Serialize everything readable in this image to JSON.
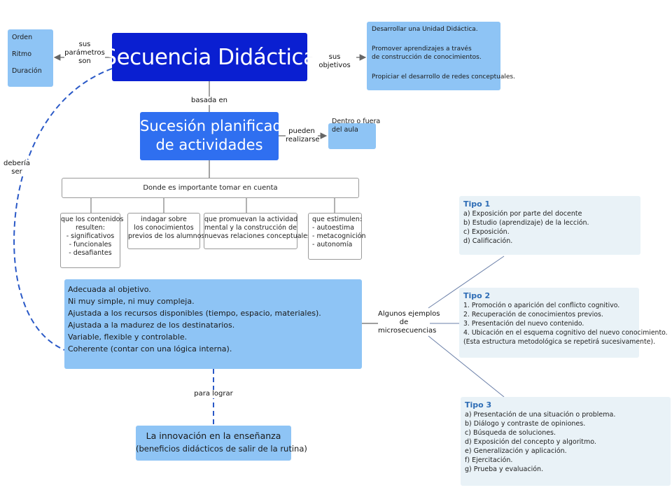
{
  "main_title": "Secuencia Didáctica",
  "parameters": [
    "Orden",
    "Ritmo",
    "Duración"
  ],
  "label_parametros": [
    "sus",
    "parámetros",
    "son"
  ],
  "label_objetivos": "sus objetivos",
  "objectives": [
    [
      "Desarrollar una Unidad Didáctica."
    ],
    [
      "Promover aprendizajes a través",
      "de construcción de conocimientos."
    ],
    [
      "Propiciar el desarrollo de redes conceptuales."
    ]
  ],
  "label_basada": "basada en",
  "sucesion": [
    "Sucesión planificada",
    "de actividades"
  ],
  "label_pueden": [
    "pueden",
    "realizarse"
  ],
  "dentro": [
    "Dentro o fuera",
    "del aula"
  ],
  "label_deberia": "debería ser",
  "importante": "Donde es importante tomar en cuenta",
  "considerations": [
    [
      "que los contenidos",
      "resulten:",
      "- significativos",
      "- funcionales",
      "- desafiantes"
    ],
    [
      "indagar sobre",
      "los conocimientos",
      "previos de los alumnos"
    ],
    [
      "que promuevan la actividad",
      "mental y la construcción de",
      "nuevas relaciones conceptuales"
    ],
    [
      "que estimulen:",
      "- autoestima",
      "- metacognición",
      "- autonomía"
    ]
  ],
  "characteristics": [
    "Adecuada al objetivo.",
    "Ni muy simple, ni muy compleja.",
    "Ajustada a los recursos disponibles (tiempo, espacio, materiales).",
    "Ajustada a la madurez de los destinatarios.",
    "Variable, flexible y controlable.",
    "Coherente (contar con una lógica interna)."
  ],
  "label_ejemplos": [
    "Algunos ejemplos",
    "de",
    "microsecuencias"
  ],
  "label_lograr": "para lograr",
  "innovacion": [
    "La innovación en la enseñanza",
    "(beneficios didácticos de salir de la rutina)"
  ],
  "tipos": [
    {
      "title": "Tipo 1",
      "items": [
        "a) Exposición por parte del docente",
        "b) Estudio (aprendizaje) de la lección.",
        "c) Exposición.",
        "d) Calificación."
      ]
    },
    {
      "title": "Tipo 2",
      "items": [
        "1. Promoción o aparición del conflicto cognitivo.",
        "2. Recuperación de conocimientos previos.",
        "3. Presentación del nuevo contenido.",
        "4. Ubicación en el esquema cognitivo del nuevo conocimiento.",
        "(Esta estructura metodológica se repetirá sucesivamente)."
      ]
    },
    {
      "title": "Tipo 3",
      "items": [
        "a) Presentación de una situación o problema.",
        "b) Diálogo y contraste de opiniones.",
        "c) Búsqueda de soluciones.",
        "d) Exposición del concepto y algoritmo.",
        "e) Generalización y aplicación.",
        "f) Ejercitación.",
        "g) Prueba y evaluación."
      ]
    }
  ],
  "colors": {
    "main_node": "#0a1fd1",
    "secondary_node": "#2f6ff0",
    "light_node": "#8ec4f5",
    "tipo_bg": "#e9f2f7",
    "tipo_title": "#2d6cb5",
    "dashed_link": "#2a59c7"
  }
}
